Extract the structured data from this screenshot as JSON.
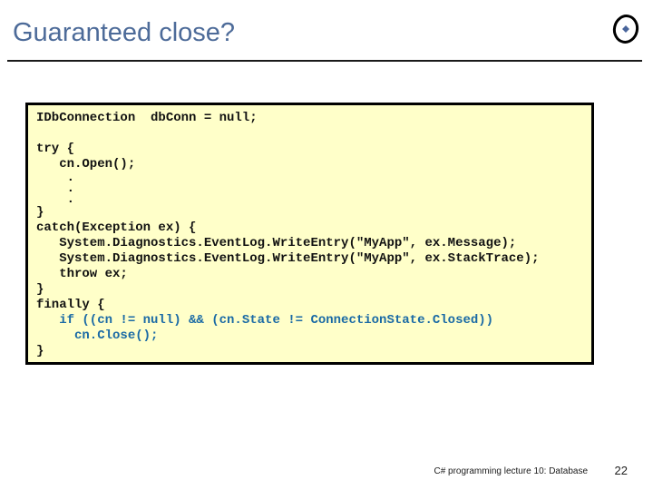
{
  "slide": {
    "title": "Guaranteed close?",
    "footer": "C# programming lecture 10: Database",
    "page_number": "22"
  },
  "colors": {
    "title": "#4d6b99",
    "rule": "#1a1a1a",
    "code_default": "#111111",
    "code_highlight": "#1a6aa5",
    "code_box_bg": "#ffffc9",
    "code_box_border": "#000000",
    "logo_diamond": "#49659b"
  },
  "code": {
    "lines": [
      {
        "text": "IDbConnection  dbConn = null;",
        "color": "default"
      },
      {
        "text": "",
        "color": "default"
      },
      {
        "text": "try {",
        "color": "default"
      },
      {
        "text": "   cn.Open();",
        "color": "default"
      },
      {
        "text": "    .",
        "color": "default",
        "tight": true
      },
      {
        "text": "    .",
        "color": "default",
        "tight": true
      },
      {
        "text": "    .",
        "color": "default",
        "tight": true
      },
      {
        "text": "}",
        "color": "default"
      },
      {
        "text": "catch(Exception ex) {",
        "color": "default"
      },
      {
        "text": "   System.Diagnostics.EventLog.WriteEntry(\"MyApp\", ex.Message);",
        "color": "default"
      },
      {
        "text": "   System.Diagnostics.EventLog.WriteEntry(\"MyApp\", ex.StackTrace);",
        "color": "default"
      },
      {
        "text": "   throw ex;",
        "color": "default"
      },
      {
        "text": "}",
        "color": "default"
      },
      {
        "text": "finally {",
        "color": "default"
      },
      {
        "text": "   if ((cn != null) && (cn.State != ConnectionState.Closed))",
        "color": "highlight"
      },
      {
        "text": "     cn.Close();",
        "color": "highlight"
      },
      {
        "text": "}",
        "color": "default"
      }
    ]
  }
}
